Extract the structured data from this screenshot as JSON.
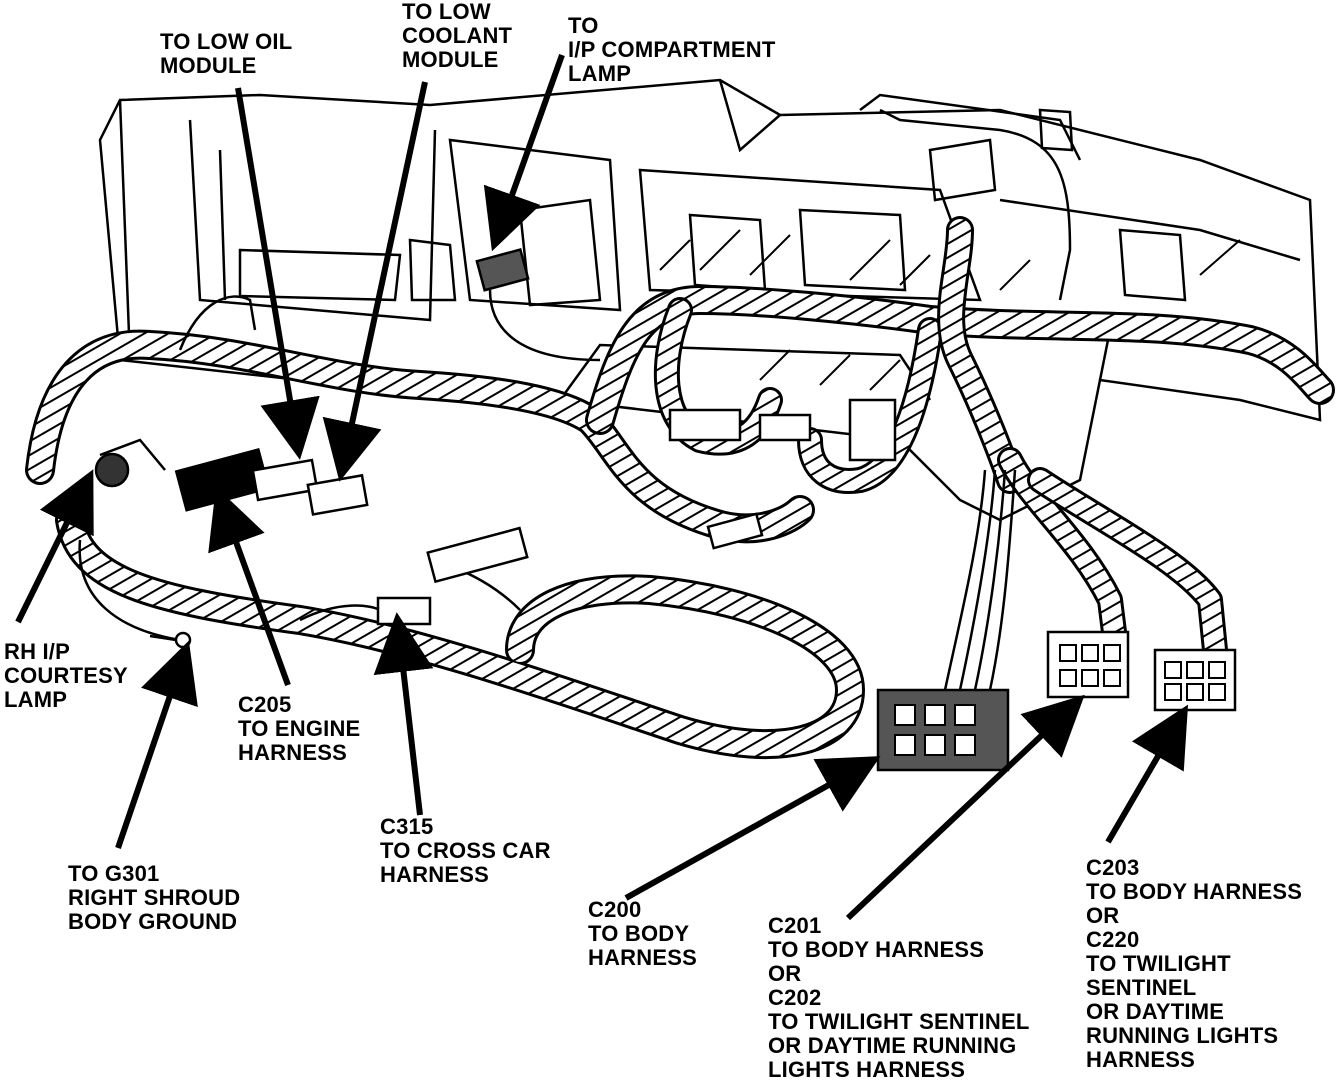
{
  "colors": {
    "ink": "#000000",
    "paper": "#ffffff"
  },
  "callouts": {
    "low_oil": {
      "lines": [
        "TO LOW OIL",
        "MODULE"
      ]
    },
    "low_coolant": {
      "lines": [
        "TO LOW",
        "COOLANT",
        "MODULE"
      ]
    },
    "ip_lamp": {
      "lines": [
        "TO",
        "I/P COMPARTMENT",
        "LAMP"
      ]
    },
    "rh_courtesy": {
      "lines": [
        "RH I/P",
        "COURTESY",
        "LAMP"
      ]
    },
    "c205": {
      "lines": [
        "C205",
        "TO ENGINE",
        "HARNESS"
      ]
    },
    "c315": {
      "lines": [
        "C315",
        "TO CROSS CAR",
        "HARNESS"
      ]
    },
    "g301": {
      "lines": [
        "TO G301",
        "RIGHT SHROUD",
        "BODY GROUND"
      ]
    },
    "c200": {
      "lines": [
        "C200",
        "TO BODY",
        "HARNESS"
      ]
    },
    "c201": {
      "lines": [
        "C201",
        "TO BODY HARNESS",
        "OR",
        "C202",
        "TO TWILIGHT SENTINEL",
        "OR DAYTIME RUNNING",
        "LIGHTS HARNESS"
      ]
    },
    "c203": {
      "lines": [
        "C203",
        "TO BODY HARNESS",
        "OR",
        "C220",
        "TO TWILIGHT",
        "SENTINEL",
        "OR DAYTIME",
        "RUNNING LIGHTS",
        "HARNESS"
      ]
    }
  }
}
